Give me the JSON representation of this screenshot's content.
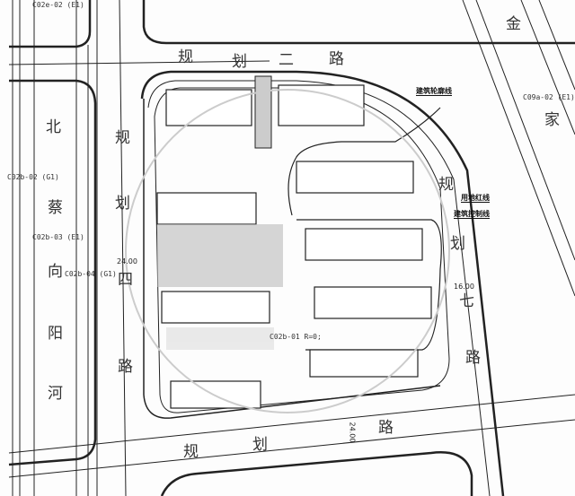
{
  "roads": {
    "north": [
      "规",
      "划",
      "二",
      "路"
    ],
    "west": [
      "规",
      "划",
      "四",
      "路"
    ],
    "east": [
      "规",
      "划",
      "七",
      "路"
    ],
    "south": [
      "规",
      "划",
      "路"
    ]
  },
  "river": [
    "北",
    "蔡",
    "向",
    "阳",
    "河"
  ],
  "jinjia": [
    "金",
    "家"
  ],
  "parcels": {
    "c02e_02": "C02e-02 (E1)",
    "c02b_02": "C02b-02 (G1)",
    "c02b_03": "C02b-03 (E1)",
    "c02b_04": "C02b-04 (G1)",
    "c09a_02": "C09a-02 (E1)",
    "c02b_01": "C02b-01 R=0;"
  },
  "dimensions": {
    "west_width": "24.00",
    "east_width": "16.00",
    "south_width": "24.00"
  },
  "notes": {
    "building_outline": "建筑轮廓线",
    "site_red_line": "用地红线",
    "building_control_line": "建筑控制线"
  }
}
